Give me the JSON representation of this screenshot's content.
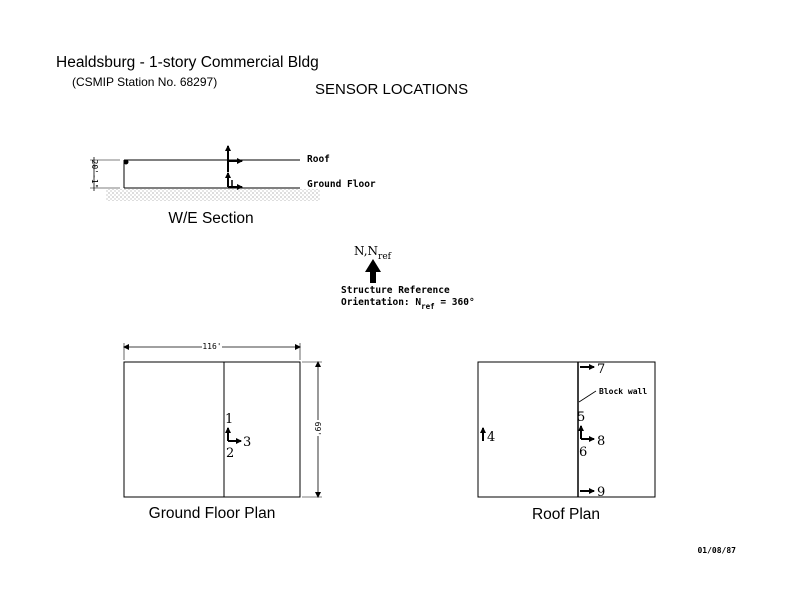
{
  "header": {
    "title": "Healdsburg - 1-story Commercial Bldg",
    "station": "(CSMIP Station No. 68297)",
    "heading": "SENSOR LOCATIONS"
  },
  "section": {
    "caption": "W/E Section",
    "height_dim": "20'-1\"",
    "roof_label": "Roof",
    "ground_label": "Ground Floor"
  },
  "orientation": {
    "north_label": "N,N",
    "north_sub": "ref",
    "line1": "Structure Reference",
    "line2_prefix": "Orientation: N",
    "line2_sub": "ref",
    "line2_suffix": " = 360°"
  },
  "ground_plan": {
    "caption": "Ground Floor Plan",
    "width_dim": "116'",
    "depth_dim": "69'",
    "sensors": {
      "s1": "1",
      "s2": "2",
      "s3": "3"
    }
  },
  "roof_plan": {
    "caption": "Roof Plan",
    "block_wall_label": "Block wall",
    "sensors": {
      "s4": "4",
      "s5": "5",
      "s6": "6",
      "s7": "7",
      "s8": "8",
      "s9": "9"
    }
  },
  "footer": {
    "date": "01/08/87"
  }
}
